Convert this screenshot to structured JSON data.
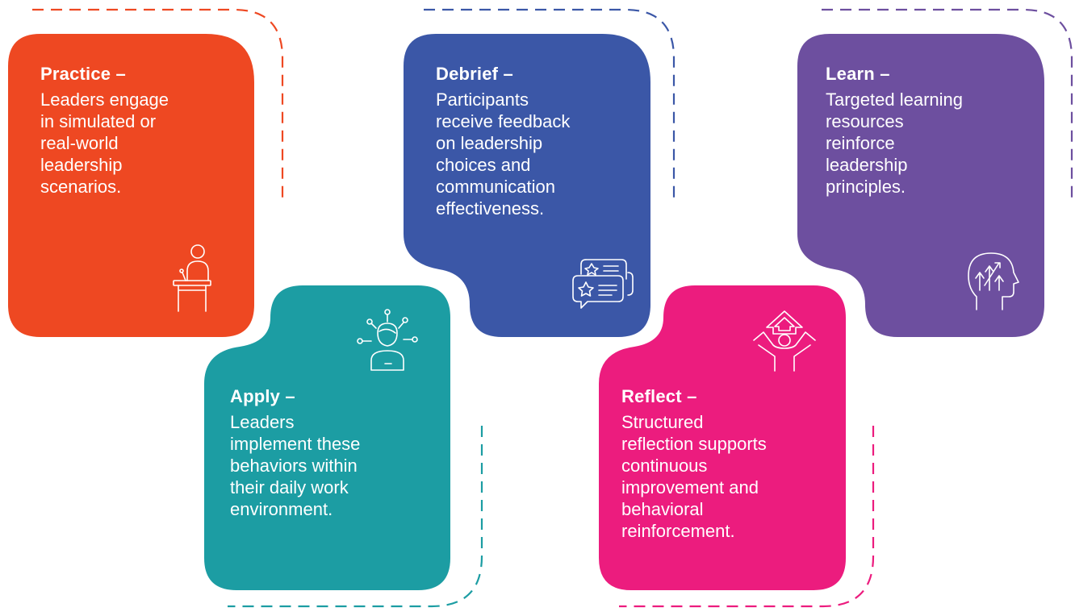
{
  "steps": [
    {
      "title": "Practice –",
      "text": "Leaders engage\nin simulated or\nreal-world\nleadership\nscenarios.",
      "color": "#EE4822",
      "icon": "podium-speaker-icon"
    },
    {
      "title": "Apply –",
      "text": "Leaders\nimplement these\nbehaviors within\ntheir daily work\nenvironment.",
      "color": "#1C9DA3",
      "icon": "person-ideas-icon"
    },
    {
      "title": "Debrief –",
      "text": "Participants\nreceive feedback\non leadership\nchoices and\ncommunication\neffectiveness.",
      "color": "#3B57A7",
      "icon": "feedback-chat-icon"
    },
    {
      "title": "Reflect –",
      "text": "Structured\nreflection supports\ncontinuous\nimprovement and\nbehavioral\nreinforcement.",
      "color": "#EC1C7E",
      "icon": "person-growth-icon"
    },
    {
      "title": "Learn –",
      "text": "Targeted learning\nresources\nreinforce\nleadership\nprinciples.",
      "color": "#6D4F9F",
      "icon": "head-arrows-icon"
    }
  ]
}
